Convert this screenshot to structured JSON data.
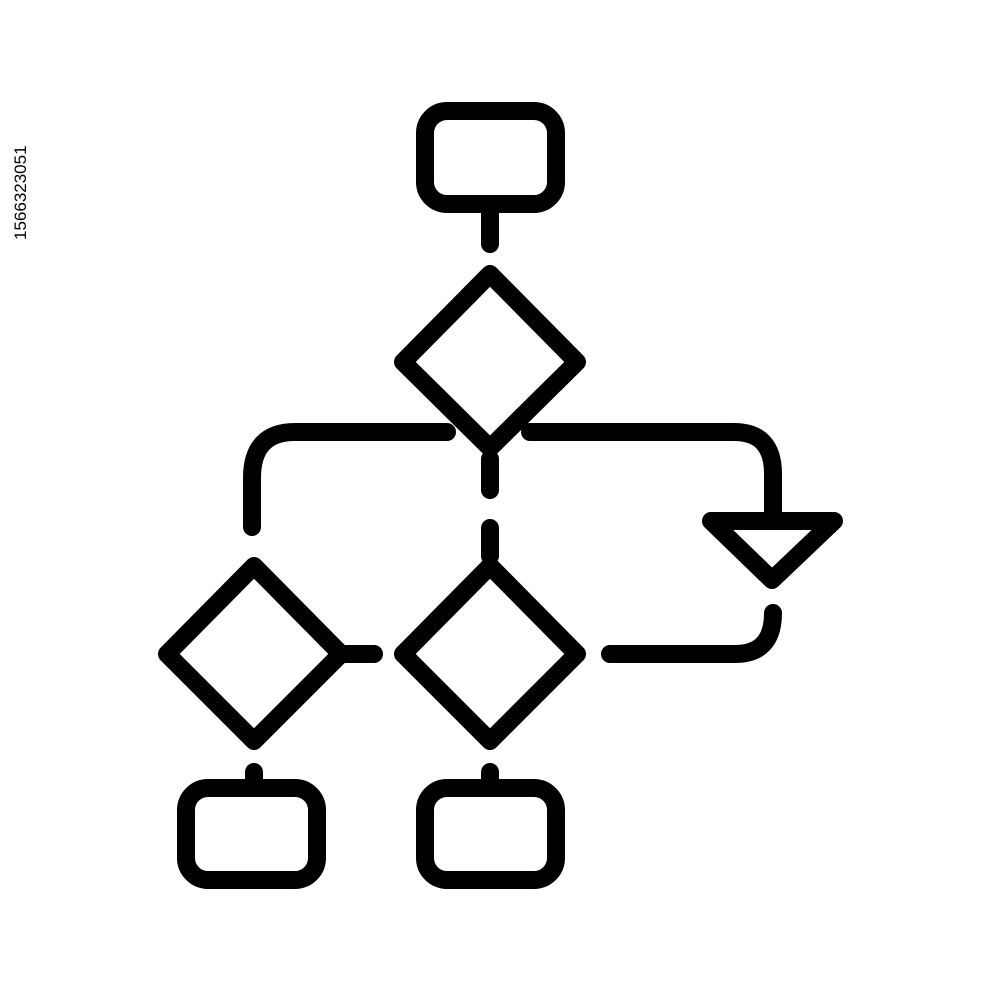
{
  "image": {
    "stock_id_text": "1566323051"
  },
  "flowchart": {
    "icon": "flowchart-icon",
    "stroke_color": "#000000",
    "background_color": "#ffffff",
    "nodes": [
      {
        "id": "start",
        "shape": "rounded-rectangle"
      },
      {
        "id": "top-decision",
        "shape": "diamond"
      },
      {
        "id": "left-decision",
        "shape": "diamond"
      },
      {
        "id": "center-decision",
        "shape": "diamond"
      },
      {
        "id": "merge",
        "shape": "inverted-triangle"
      },
      {
        "id": "left-result",
        "shape": "rounded-rectangle"
      },
      {
        "id": "center-result",
        "shape": "rounded-rectangle"
      }
    ],
    "edges": [
      {
        "from": "start",
        "to": "top-decision"
      },
      {
        "from": "top-decision",
        "to": "left-decision"
      },
      {
        "from": "top-decision",
        "to": "center-decision"
      },
      {
        "from": "top-decision",
        "to": "merge"
      },
      {
        "from": "left-decision",
        "to": "center-decision"
      },
      {
        "from": "center-decision",
        "to": "merge"
      },
      {
        "from": "left-decision",
        "to": "left-result"
      },
      {
        "from": "center-decision",
        "to": "center-result"
      }
    ]
  }
}
